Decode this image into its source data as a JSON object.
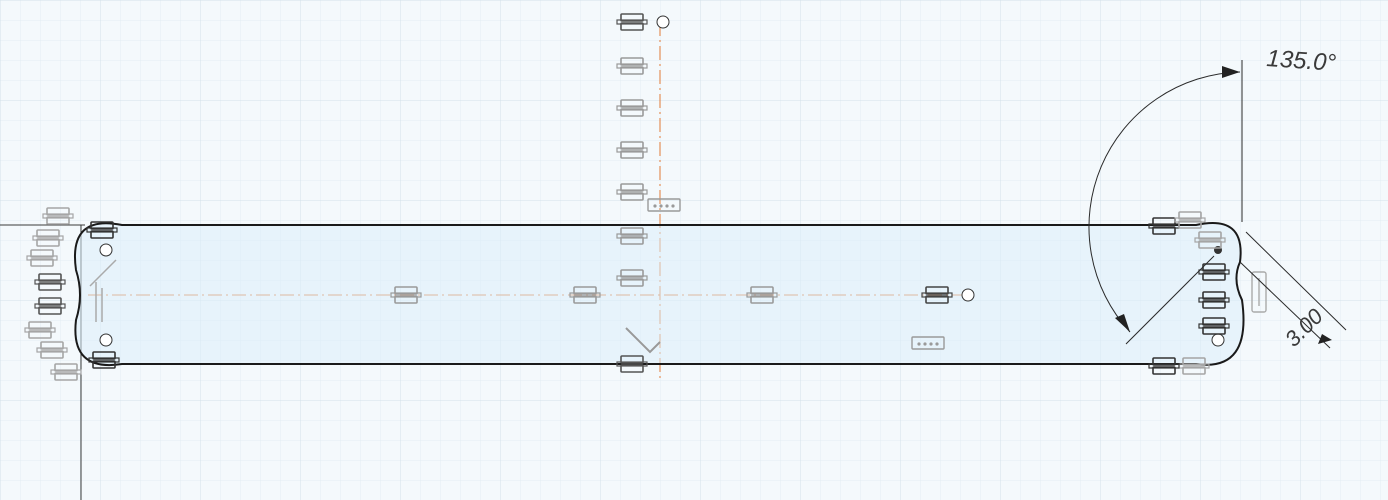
{
  "viewport": {
    "name": "sketch-canvas",
    "background": "#f4f9fc",
    "grid_minor_color": "#e3edf3",
    "grid_major_color": "#d3e1ea"
  },
  "colors": {
    "outline": "#1a1a1a",
    "construction": "#e07b39",
    "constraint_glyph": "#8c8c8c",
    "constraint_glyph_active": "#2b2b2b",
    "fill": "#dceefa"
  },
  "dimensions": {
    "angle": {
      "label": "135.0°"
    },
    "width": {
      "label": "3.00"
    }
  },
  "icons": {
    "constraint": "coincident-constraint-icon",
    "parallel": "parallel-constraint-icon",
    "tangent": "tangent-constraint-icon",
    "point": "sketch-point-icon"
  }
}
